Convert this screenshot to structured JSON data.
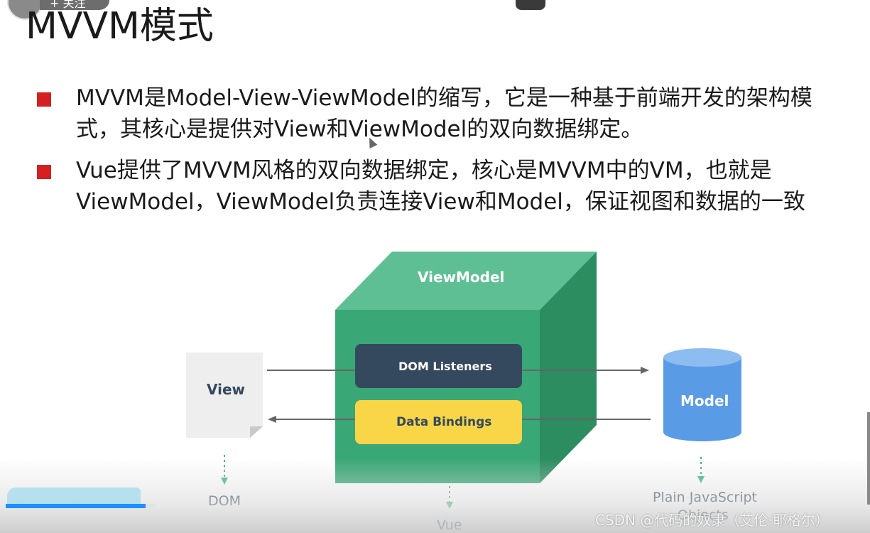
{
  "overlay": {
    "follow_label": "+ 关注",
    "progress": 0.93
  },
  "slide": {
    "title": "MVVM模式",
    "bullets": [
      {
        "line1": "MVVM是Model-View-ViewModel的缩写，它是一种基于前端开发的架构模",
        "line2": "式，其核心是提供对View和ViewModel的双向数据绑定。"
      },
      {
        "line1": "Vue提供了MVVM风格的双向数据绑定，核心是MVVM中的VM，也就是",
        "line2": "ViewModel，ViewModel负责连接View和Model，保证视图和数据的一致"
      }
    ],
    "bullet_color": "#d42020"
  },
  "diagram": {
    "viewmodel_label": "ViewModel",
    "view_label": "View",
    "model_label": "Model",
    "dom_listeners_label": "DOM Listeners",
    "data_bindings_label": "Data Bindings",
    "dom_label": "DOM",
    "vue_label": "Vue",
    "plain_js_label": "Plain JavaScript",
    "plain_js_label2": "Objects",
    "colors": {
      "cube_front": "#3aa776",
      "cube_top": "#5fbf94",
      "cube_side": "#2c8d60",
      "dom_listeners": "#34495e",
      "data_bindings": "#f9d648",
      "model_cylinder": "#5a9be6",
      "view_doc": "#eeeeee",
      "arrow": "#666666",
      "dotted_arrow": "#42b983"
    }
  },
  "watermark": "CSDN @代码的奴隶（艾伦·耶格尔）"
}
